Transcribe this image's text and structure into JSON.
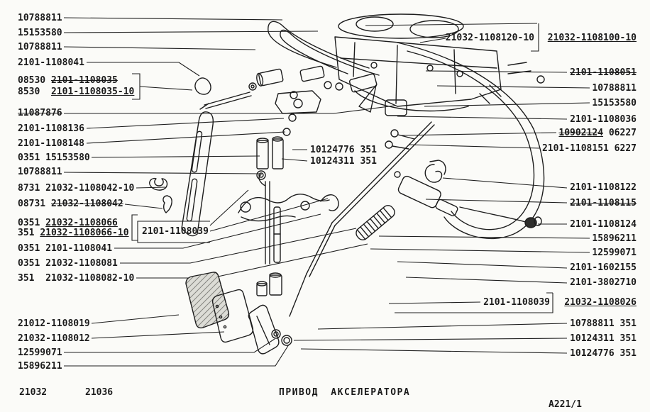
{
  "figure": {
    "caption": "ПРИВОД АКСЕЛЕРАТОРА",
    "sheet_code": "A221/1",
    "models": {
      "a": "21032",
      "b": "21036"
    },
    "ink_color": "#1b1b1b",
    "paper_color": "#fbfbf8"
  },
  "labels": {
    "left": [
      {
        "part": "10788811",
        "cls": "plain"
      },
      {
        "part": "15153580",
        "cls": "plain"
      },
      {
        "part": "10788811",
        "cls": "plain"
      },
      {
        "part": "2101-1108041",
        "cls": "plain"
      },
      {
        "pre": "08530 ",
        "part": "2101-1108035",
        "cls": "strike"
      },
      {
        "pre": "8530  ",
        "part": "2101-1108035-10",
        "cls": "under"
      },
      {
        "part": "11087876",
        "cls": "strike"
      },
      {
        "part": "2101-1108136",
        "cls": "plain"
      },
      {
        "part": "2101-1108148",
        "cls": "plain"
      },
      {
        "part": "0351 15153580",
        "cls": "plain"
      },
      {
        "part": "10788811",
        "cls": "plain"
      },
      {
        "part": "8731 21032-1108042-10",
        "cls": "plain"
      },
      {
        "pre": "08731 ",
        "part": "21032-1108042",
        "cls": "strike"
      },
      {
        "pre": "0351 ",
        "part": "21032-1108066",
        "cls": "under"
      },
      {
        "pre": "351 ",
        "part": "21032-1108066-10",
        "cls": "under"
      },
      {
        "part": "0351 2101-1108041",
        "cls": "plain"
      },
      {
        "part": "0351 21032-1108081",
        "cls": "plain"
      },
      {
        "part": "351  21032-1108082-10",
        "cls": "plain"
      },
      {
        "part": "21012-1108019",
        "cls": "plain"
      },
      {
        "part": "21032-1108012",
        "cls": "plain"
      },
      {
        "part": "12599071",
        "cls": "plain"
      },
      {
        "part": "15896211",
        "cls": "plain"
      }
    ],
    "center": [
      {
        "part": "10124776 351",
        "cls": "plain"
      },
      {
        "part": "10124311 351",
        "cls": "plain"
      },
      {
        "part": "2101-1108039",
        "cls": "plain"
      }
    ],
    "right": [
      {
        "part": "21032-1108120-10",
        "cls": "plain"
      },
      {
        "part": "21032-1108100-10",
        "cls": "under"
      },
      {
        "part": "2101-1108051",
        "cls": "strike"
      },
      {
        "part": "10788811",
        "cls": "plain"
      },
      {
        "part": "15153580",
        "cls": "plain"
      },
      {
        "part": "2101-1108036",
        "cls": "plain"
      },
      {
        "part": "10902124",
        "cls": "strikeunder",
        "suf": " 06227"
      },
      {
        "part": "2101-1108151 6227",
        "cls": "plain"
      },
      {
        "part": "2101-1108122",
        "cls": "plain"
      },
      {
        "part": "2101-1108115",
        "cls": "strike"
      },
      {
        "part": "2101-1108124",
        "cls": "plain"
      },
      {
        "part": "15896211",
        "cls": "plain"
      },
      {
        "part": "12599071",
        "cls": "plain"
      },
      {
        "part": "2101-1602155",
        "cls": "plain"
      },
      {
        "part": "2101-3802710",
        "cls": "plain"
      },
      {
        "part": "2101-1108039",
        "cls": "plain"
      },
      {
        "part": "21032-1108026",
        "cls": "under"
      },
      {
        "part": "10788811 351",
        "cls": "plain"
      },
      {
        "part": "10124311 351",
        "cls": "plain"
      },
      {
        "part": "10124776 351",
        "cls": "plain"
      }
    ]
  }
}
